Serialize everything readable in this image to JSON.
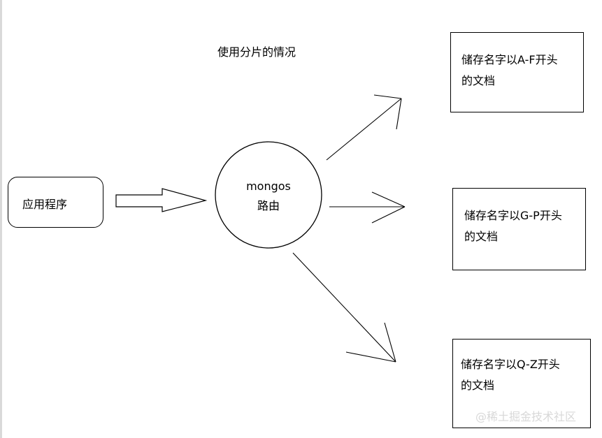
{
  "diagram": {
    "title": "使用分片的情况",
    "application": {
      "label": "应用程序"
    },
    "router": {
      "line1": "mongos",
      "line2": "路由"
    },
    "shards": [
      {
        "line1": "储存名字以A-F开头",
        "line2": "的文档"
      },
      {
        "line1": "储存名字以G-P开头",
        "line2": "的文档"
      },
      {
        "line1": "储存名字以Q-Z开头",
        "line2": "的文档"
      }
    ],
    "watermark": "@稀土掘金技术社区"
  }
}
